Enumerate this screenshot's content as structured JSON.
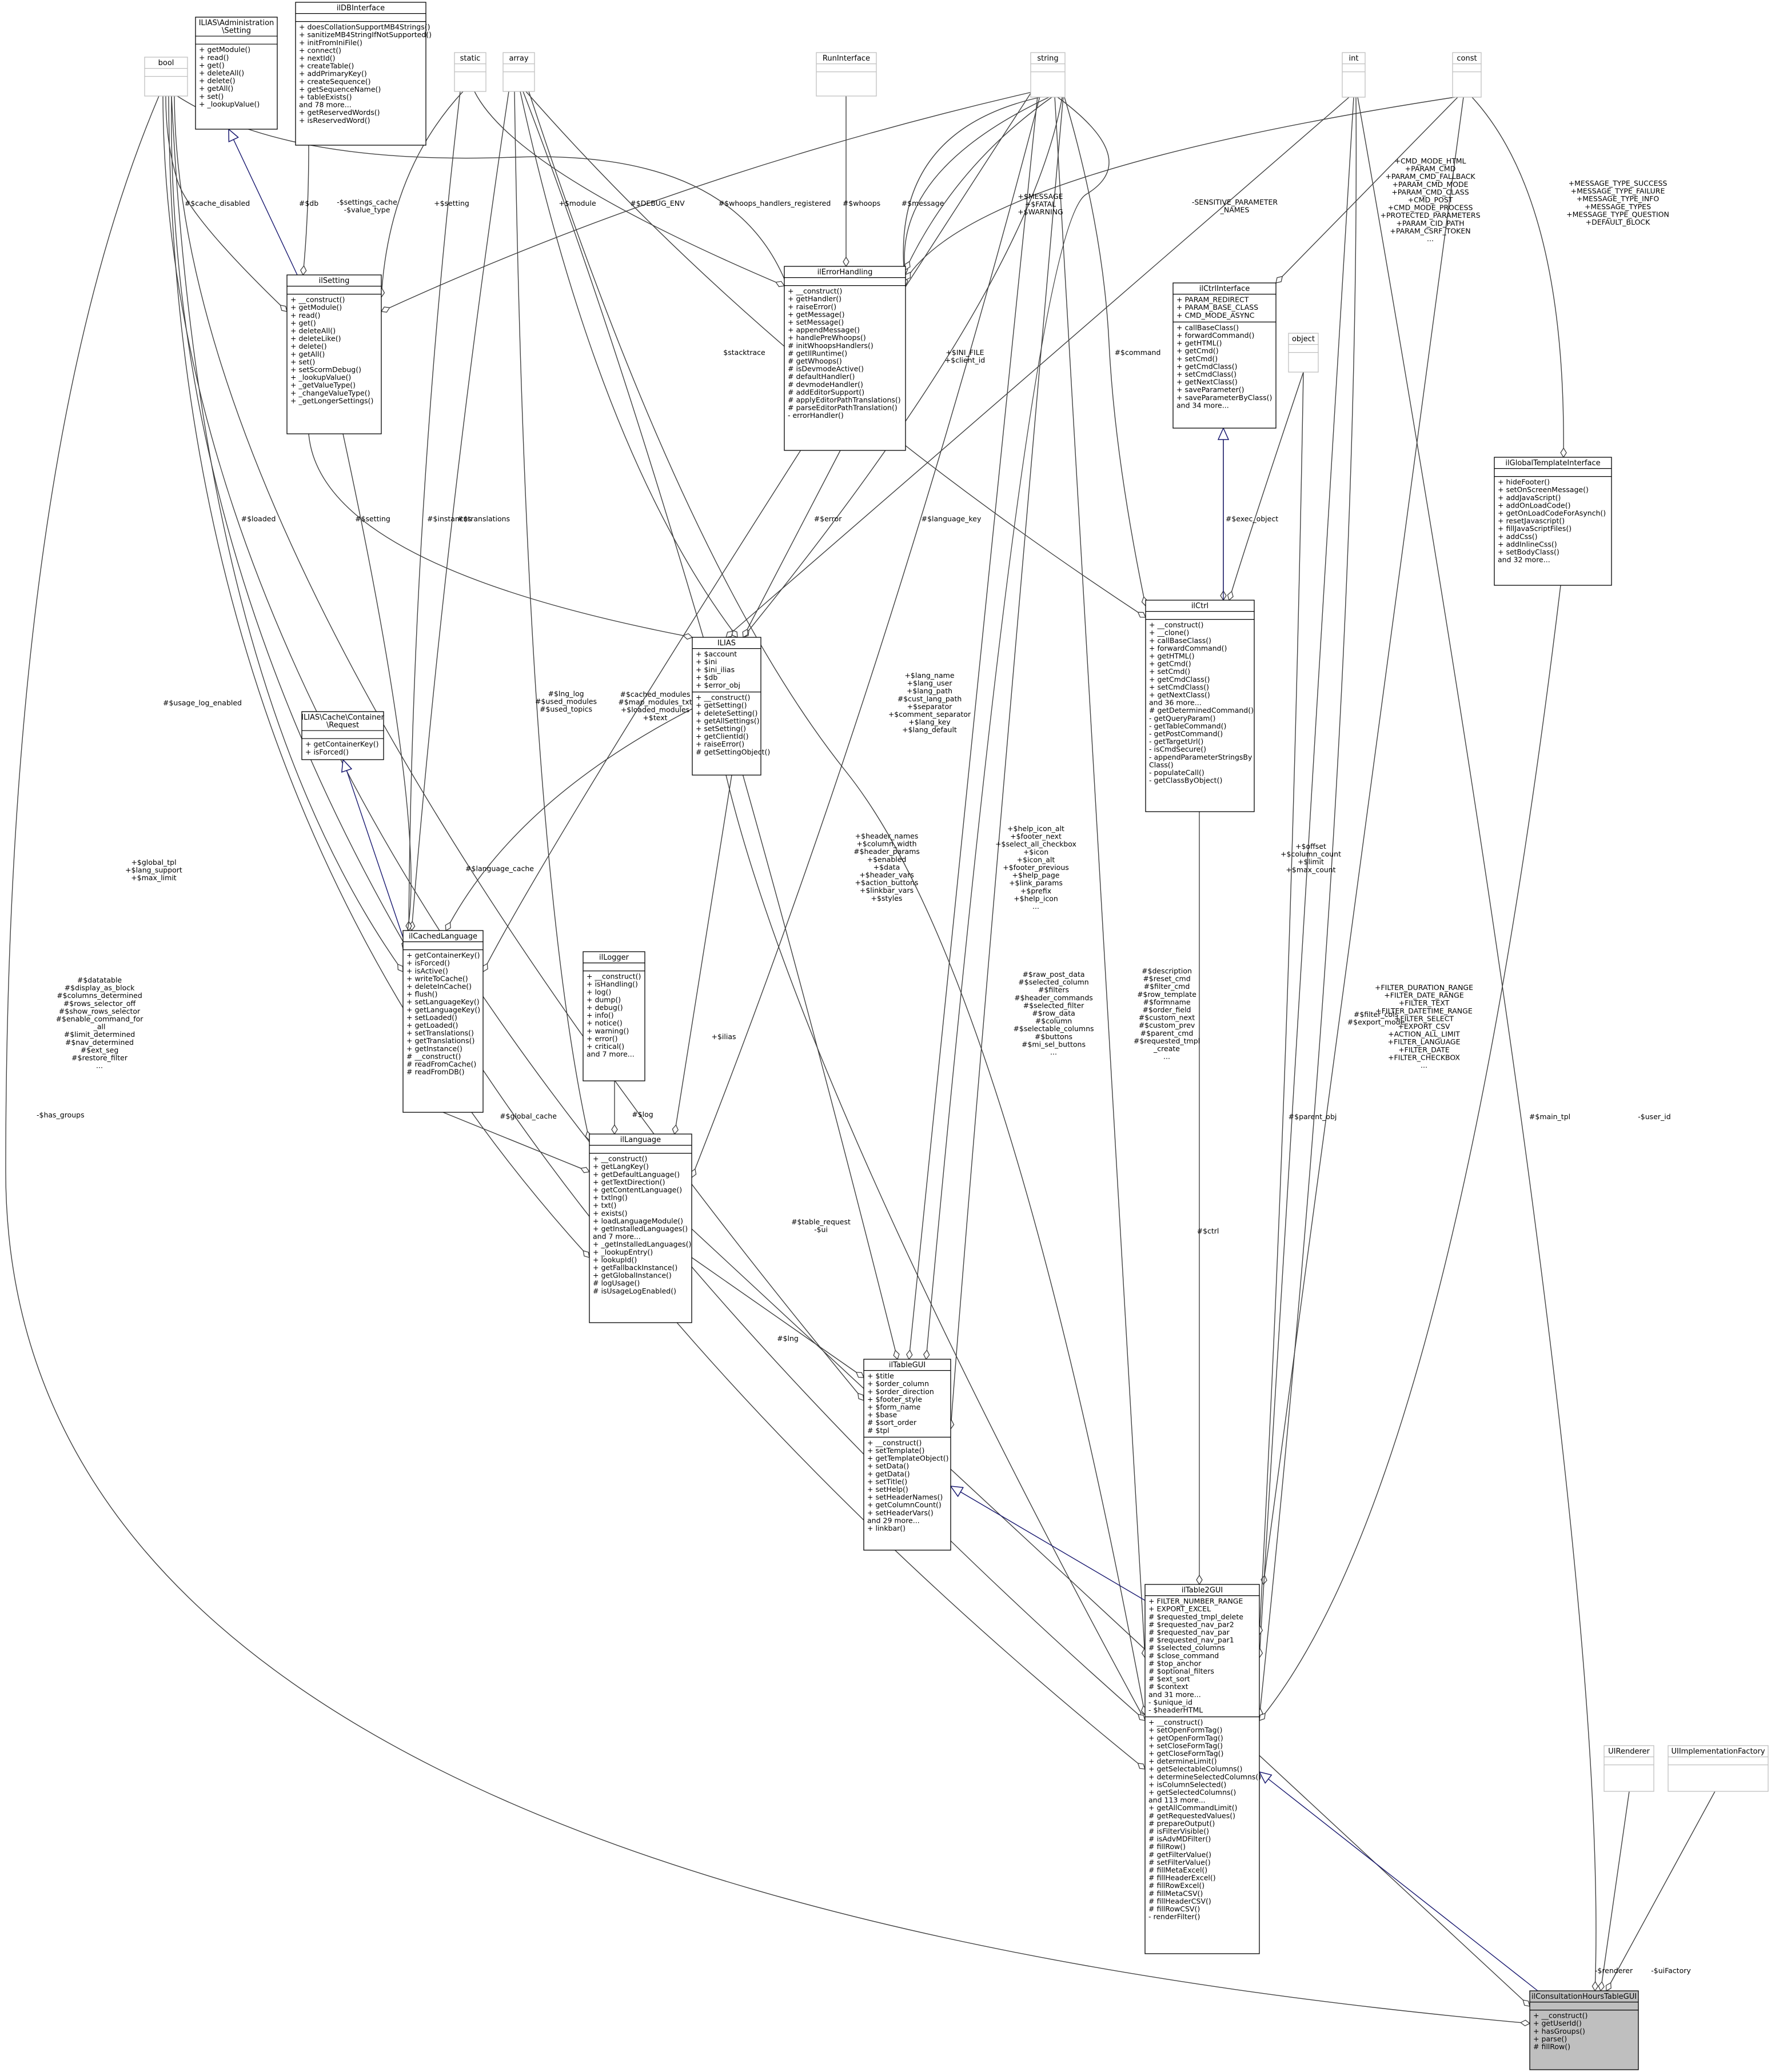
{
  "classes": [
    {
      "id": "bool",
      "name": "bool",
      "color": "gray",
      "attrs": [],
      "ops": []
    },
    {
      "id": "admin",
      "name": "ILIAS\\Administration\n\\Setting",
      "color": "black",
      "attrs": [],
      "ops": [
        "+ getModule()",
        "+ read()",
        "+ get()",
        "+ deleteAll()",
        "+ delete()",
        "+ getAll()",
        "+ set()",
        "+ _lookupValue()"
      ]
    },
    {
      "id": "dbi",
      "name": "ilDBInterface",
      "color": "black",
      "attrs": [],
      "ops": [
        "+ doesCollationSupportMB4Strings()",
        "+ sanitizeMB4StringIfNotSupported()",
        "+ initFromIniFile()",
        "+ connect()",
        "+ nextId()",
        "+ createTable()",
        "+ addPrimaryKey()",
        "+ createSequence()",
        "+ getSequenceName()",
        "+ tableExists()",
        "and 78 more...",
        "+ getReservedWords()",
        "+ isReservedWord()"
      ]
    },
    {
      "id": "static",
      "name": "static",
      "color": "gray",
      "attrs": [],
      "ops": []
    },
    {
      "id": "array",
      "name": "array",
      "color": "gray",
      "attrs": [],
      "ops": []
    },
    {
      "id": "runi",
      "name": "RunInterface",
      "color": "gray",
      "attrs": [],
      "ops": []
    },
    {
      "id": "string",
      "name": "string",
      "color": "gray",
      "attrs": [],
      "ops": []
    },
    {
      "id": "int",
      "name": "int",
      "color": "gray",
      "attrs": [],
      "ops": []
    },
    {
      "id": "const",
      "name": "const",
      "color": "gray",
      "attrs": [],
      "ops": []
    },
    {
      "id": "ilsetting",
      "name": "ilSetting",
      "color": "black",
      "attrs": [],
      "ops": [
        "+ __construct()",
        "+ getModule()",
        "+ read()",
        "+ get()",
        "+ deleteAll()",
        "+ deleteLike()",
        "+ delete()",
        "+ getAll()",
        "+ set()",
        "+ setScormDebug()",
        "+ _lookupValue()",
        "+ _getValueType()",
        "+ _changeValueType()",
        "+ _getLongerSettings()"
      ]
    },
    {
      "id": "ilerror",
      "name": "ilErrorHandling",
      "color": "black",
      "attrs": [],
      "ops": [
        "+ __construct()",
        "+ getHandler()",
        "+ raiseError()",
        "+ getMessage()",
        "+ setMessage()",
        "+ appendMessage()",
        "+ handlePreWhoops()",
        "# initWhoopsHandlers()",
        "# getIlRuntime()",
        "# getWhoops()",
        "# isDevmodeActive()",
        "# defaultHandler()",
        "# devmodeHandler()",
        "# addEditorSupport()",
        "# applyEditorPathTranslations()",
        "# parseEditorPathTranslation()",
        "- errorHandler()"
      ]
    },
    {
      "id": "ilctrlif",
      "name": "ilCtrlInterface",
      "color": "black",
      "attrs": [
        "+ PARAM_REDIRECT",
        "+ PARAM_BASE_CLASS",
        "+ CMD_MODE_ASYNC"
      ],
      "ops": [
        "+ callBaseClass()",
        "+ forwardCommand()",
        "+ getHTML()",
        "+ getCmd()",
        "+ setCmd()",
        "+ getCmdClass()",
        "+ setCmdClass()",
        "+ getNextClass()",
        "+ saveParameter()",
        "+ saveParameterByClass()",
        "and 34 more..."
      ]
    },
    {
      "id": "object",
      "name": "object",
      "color": "gray",
      "attrs": [],
      "ops": []
    },
    {
      "id": "iltpl",
      "name": "ilGlobalTemplateInterface",
      "color": "black",
      "attrs": [],
      "ops": [
        "+ hideFooter()",
        "+ setOnScreenMessage()",
        "+ addJavaScript()",
        "+ addOnLoadCode()",
        "+ getOnLoadCodeForAsynch()",
        "+ resetJavascript()",
        "+ fillJavaScriptFiles()",
        "+ addCss()",
        "+ addInlineCss()",
        "+ setBodyClass()",
        "and 32 more..."
      ]
    },
    {
      "id": "ilias",
      "name": "ILIAS",
      "color": "black",
      "attrs": [
        "+ $account",
        "+ $ini",
        "+ $ini_ilias",
        "+ $db",
        "+ $error_obj"
      ],
      "ops": [
        "+ __construct()",
        "+ getSetting()",
        "+ deleteSetting()",
        "+ getAllSettings()",
        "+ setSetting()",
        "+ getClientId()",
        "+ raiseError()",
        "# getSettingObject()"
      ]
    },
    {
      "id": "ilctrl",
      "name": "ilCtrl",
      "color": "black",
      "attrs": [],
      "ops": [
        "+ __construct()",
        "+ __clone()",
        "+ callBaseClass()",
        "+ forwardCommand()",
        "+ getHTML()",
        "+ getCmd()",
        "+ setCmd()",
        "+ getCmdClass()",
        "+ setCmdClass()",
        "+ getNextClass()",
        "and 36 more...",
        "# getDeterminedCommand()",
        "- getQueryParam()",
        "- getTableCommand()",
        "- getPostCommand()",
        "- getTargetUrl()",
        "- isCmdSecure()",
        "- appendParameterStringsBy",
        "  Class()",
        "- populateCall()",
        "- getClassByObject()"
      ]
    },
    {
      "id": "cachereq",
      "name": "ILIAS\\Cache\\Container\n\\Request",
      "color": "black",
      "attrs": [],
      "ops": [
        "+ getContainerKey()",
        "+ isForced()"
      ]
    },
    {
      "id": "cachedlang",
      "name": "ilCachedLanguage",
      "color": "black",
      "attrs": [],
      "ops": [
        "+ getContainerKey()",
        "+ isForced()",
        "+ isActive()",
        "+ writeToCache()",
        "+ deleteInCache()",
        "+ flush()",
        "+ setLanguageKey()",
        "+ getLanguageKey()",
        "+ setLoaded()",
        "+ getLoaded()",
        "+ setTranslations()",
        "+ getTranslations()",
        "+ getInstance()",
        "# __construct()",
        "# readFromCache()",
        "# readFromDB()"
      ]
    },
    {
      "id": "illogger",
      "name": "ilLogger",
      "color": "black",
      "attrs": [],
      "ops": [
        "+ __construct()",
        "+ isHandling()",
        "+ log()",
        "+ dump()",
        "+ debug()",
        "+ info()",
        "+ notice()",
        "+ warning()",
        "+ error()",
        "+ critical()",
        "and 7 more..."
      ]
    },
    {
      "id": "illang",
      "name": "ilLanguage",
      "color": "black",
      "attrs": [],
      "ops": [
        "+ __construct()",
        "+ getLangKey()",
        "+ getDefaultLanguage()",
        "+ getTextDirection()",
        "+ getContentLanguage()",
        "+ txtlng()",
        "+ txt()",
        "+ exists()",
        "+ loadLanguageModule()",
        "+ getInstalledLanguages()",
        "and 7 more...",
        "+ _getInstalledLanguages()",
        "+ _lookupEntry()",
        "+ lookupId()",
        "+ getFallbackInstance()",
        "+ getGlobalInstance()",
        "# logUsage()",
        "# isUsageLogEnabled()"
      ]
    },
    {
      "id": "iltable",
      "name": "ilTableGUI",
      "color": "black",
      "attrs": [
        "+ $title",
        "+ $order_column",
        "+ $order_direction",
        "+ $footer_style",
        "+ $form_name",
        "+ $base",
        "# $sort_order",
        "# $tpl"
      ],
      "ops": [
        "+ __construct()",
        "+ setTemplate()",
        "+ getTemplateObject()",
        "+ setData()",
        "+ getData()",
        "+ setTitle()",
        "+ setHelp()",
        "+ setHeaderNames()",
        "+ getColumnCount()",
        "+ setHeaderVars()",
        "and 29 more...",
        "+ linkbar()"
      ]
    },
    {
      "id": "iltable2",
      "name": "ilTable2GUI",
      "color": "black",
      "attrs": [
        "+ FILTER_NUMBER_RANGE",
        "+ EXPORT_EXCEL",
        "# $requested_tmpl_delete",
        "# $requested_nav_par2",
        "# $requested_nav_par",
        "# $requested_nav_par1",
        "# $selected_columns",
        "# $close_command",
        "# $top_anchor",
        "# $optional_filters",
        "# $ext_sort",
        "# $context",
        "and 31 more...",
        "- $unique_id",
        "- $headerHTML"
      ],
      "ops": [
        "+ __construct()",
        "+ setOpenFormTag()",
        "+ getOpenFormTag()",
        "+ setCloseFormTag()",
        "+ getCloseFormTag()",
        "+ determineLimit()",
        "+ getSelectableColumns()",
        "+ determineSelectedColumns()",
        "+ isColumnSelected()",
        "+ getSelectedColumns()",
        "and 113 more...",
        "+ getAllCommandLimit()",
        "# getRequestedValues()",
        "# prepareOutput()",
        "# isFilterVisible()",
        "# isAdvMDFilter()",
        "# fillRow()",
        "# getFilterValue()",
        "# setFilterValue()",
        "# fillMetaExcel()",
        "# fillHeaderExcel()",
        "# fillRowExcel()",
        "# fillMetaCSV()",
        "# fillHeaderCSV()",
        "# fillRowCSV()",
        "- renderFilter()"
      ]
    },
    {
      "id": "uirenderer",
      "name": "UIRenderer",
      "color": "gray",
      "attrs": [],
      "ops": []
    },
    {
      "id": "uifactory",
      "name": "UIImplementationFactory",
      "color": "gray",
      "attrs": [],
      "ops": []
    },
    {
      "id": "consult",
      "name": "ilConsultationHoursTableGUI",
      "color": "black",
      "attrs": [],
      "ops": [
        "+ __construct()",
        "+ getUserId()",
        "+ hasGroups()",
        "+ parse()",
        "# fillRow()"
      ]
    }
  ],
  "edge_labels": [
    [
      "#$cache_disabled"
    ],
    [
      "#$db"
    ],
    [
      "-$settings_cache",
      "-$value_type"
    ],
    [
      "+$setting"
    ],
    [
      "+$module"
    ],
    [
      "#$DEBUG_ENV"
    ],
    [
      "#$whoops_handlers_registered"
    ],
    [
      "#$whoops"
    ],
    [
      "#$message"
    ],
    [
      "+$MESSAGE",
      "+$FATAL",
      "+$WARNING"
    ],
    [
      "-SENSITIVE_PARAMETER",
      "_NAMES"
    ],
    [
      "+CMD_MODE_HTML",
      "+PARAM_CMD",
      "+PARAM_CMD_FALLBACK",
      "+PARAM_CMD_MODE",
      "+PARAM_CMD_CLASS",
      "+CMD_POST",
      "+CMD_MODE_PROCESS",
      "+PROTECTED_PARAMETERS",
      "+PARAM_CID_PATH",
      "+PARAM_CSRF_TOKEN",
      "..."
    ],
    [
      "+MESSAGE_TYPE_SUCCESS",
      "+MESSAGE_TYPE_FAILURE",
      "+MESSAGE_TYPE_INFO",
      "+MESSAGE_TYPES",
      "+MESSAGE_TYPE_QUESTION",
      "+DEFAULT_BLOCK"
    ],
    [
      "$stacktrace"
    ],
    [
      "+$INI_FILE",
      "+$client_id"
    ],
    [
      "#$command"
    ],
    [
      "#$loaded"
    ],
    [
      "#$setting"
    ],
    [
      "#$instances"
    ],
    [
      "#$translations"
    ],
    [
      "#$error"
    ],
    [
      "#$language_key"
    ],
    [
      "#$exec_object"
    ],
    [
      "+$lang_name",
      "+$lang_user",
      "+$lang_path",
      "#$cust_lang_path",
      "+$separator",
      "+$comment_separator",
      "+$lang_key",
      "+$lang_default"
    ],
    [
      "#$lng_log",
      "#$used_modules",
      "#$used_topics"
    ],
    [
      "#$cached_modules",
      "#$map_modules_txt",
      "+$loaded_modules",
      "+$text"
    ],
    [
      "#$usage_log_enabled"
    ],
    [
      "+$global_tpl",
      "+$lang_support",
      "+$max_limit"
    ],
    [
      "#$language_cache"
    ],
    [
      "+$header_names",
      "+$column_width",
      "#$header_params",
      "+$enabled",
      "+$data",
      "+$header_vars",
      "+$action_buttons",
      "+$linkbar_vars",
      "+$styles"
    ],
    [
      "+$help_icon_alt",
      "+$footer_next",
      "+$select_all_checkbox",
      "+$icon",
      "+$icon_alt",
      "+$footer_previous",
      "+$help_page",
      "+$link_params",
      "+$prefix",
      "+$help_icon",
      "..."
    ],
    [
      "+$offset",
      "+$column_count",
      "+$limit",
      "+$max_count"
    ],
    [
      "#$datatable",
      "#$display_as_block",
      "#$columns_determined",
      "#$rows_selector_off",
      "#$show_rows_selector",
      "#$enable_command_for",
      "_all",
      "#$limit_determined",
      "#$nav_determined",
      "#$ext_seg",
      "#$restore_filter",
      "..."
    ],
    [
      "+$ilias"
    ],
    [
      "#$raw_post_data",
      "#$selected_column",
      "#$filters",
      "#$header_commands",
      "#$selected_filter",
      "#$row_data",
      "#$column",
      "#$selectable_columns",
      "#$buttons",
      "#$mi_sel_buttons",
      "..."
    ],
    [
      "#$description",
      "#$reset_cmd",
      "#$filter_cmd",
      "#$row_template",
      "#$formname",
      "#$order_field",
      "#$custom_next",
      "#$custom_prev",
      "#$parent_cmd",
      "#$requested_tmpl",
      "_create",
      "..."
    ],
    [
      "+FILTER_DURATION_RANGE",
      "+FILTER_DATE_RANGE",
      "+FILTER_TEXT",
      "+FILTER_DATETIME_RANGE",
      "+FILTER_SELECT",
      "+EXPORT_CSV",
      "+ACTION_ALL_LIMIT",
      "+FILTER_LANGUAGE",
      "+FILTER_DATE",
      "+FILTER_CHECKBOX",
      "..."
    ],
    [
      "#$filter_cols",
      "#$export_mode"
    ],
    [
      "-$has_groups"
    ],
    [
      "#$global_cache"
    ],
    [
      "#$log"
    ],
    [
      "#$parent_obj"
    ],
    [
      "#$main_tpl"
    ],
    [
      "-$user_id"
    ],
    [
      "#$table_request",
      "-$ui"
    ],
    [
      "#$lng"
    ],
    [
      "#$ctrl"
    ],
    [
      "-$renderer"
    ],
    [
      "-$uiFactory"
    ]
  ]
}
